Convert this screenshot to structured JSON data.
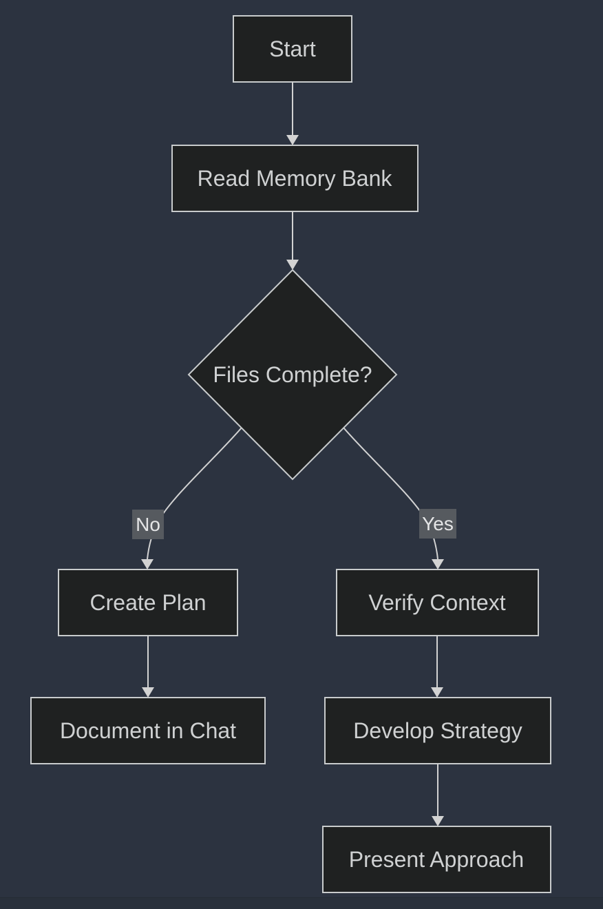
{
  "diagram": {
    "type": "flowchart",
    "direction": "top-down",
    "nodes": {
      "start": {
        "label": "Start",
        "shape": "rect"
      },
      "read_memory_bank": {
        "label": "Read Memory Bank",
        "shape": "rect"
      },
      "files_complete": {
        "label": "Files Complete?",
        "shape": "diamond"
      },
      "create_plan": {
        "label": "Create Plan",
        "shape": "rect"
      },
      "verify_context": {
        "label": "Verify Context",
        "shape": "rect"
      },
      "document_in_chat": {
        "label": "Document in Chat",
        "shape": "rect"
      },
      "develop_strategy": {
        "label": "Develop Strategy",
        "shape": "rect"
      },
      "present_approach": {
        "label": "Present Approach",
        "shape": "rect"
      }
    },
    "edges": [
      {
        "from": "start",
        "to": "read_memory_bank",
        "label": ""
      },
      {
        "from": "read_memory_bank",
        "to": "files_complete",
        "label": ""
      },
      {
        "from": "files_complete",
        "to": "create_plan",
        "label": "No"
      },
      {
        "from": "files_complete",
        "to": "verify_context",
        "label": "Yes"
      },
      {
        "from": "create_plan",
        "to": "document_in_chat",
        "label": ""
      },
      {
        "from": "verify_context",
        "to": "develop_strategy",
        "label": ""
      },
      {
        "from": "develop_strategy",
        "to": "present_approach",
        "label": ""
      }
    ],
    "colors": {
      "background": "#2c3340",
      "node_fill": "#1f2121",
      "node_border": "#c9cccd",
      "node_text": "#cfd1d2",
      "edge_line": "#d3d3d3",
      "edge_label_background": "#565a5f",
      "edge_label_text": "#e4e5e6"
    }
  }
}
